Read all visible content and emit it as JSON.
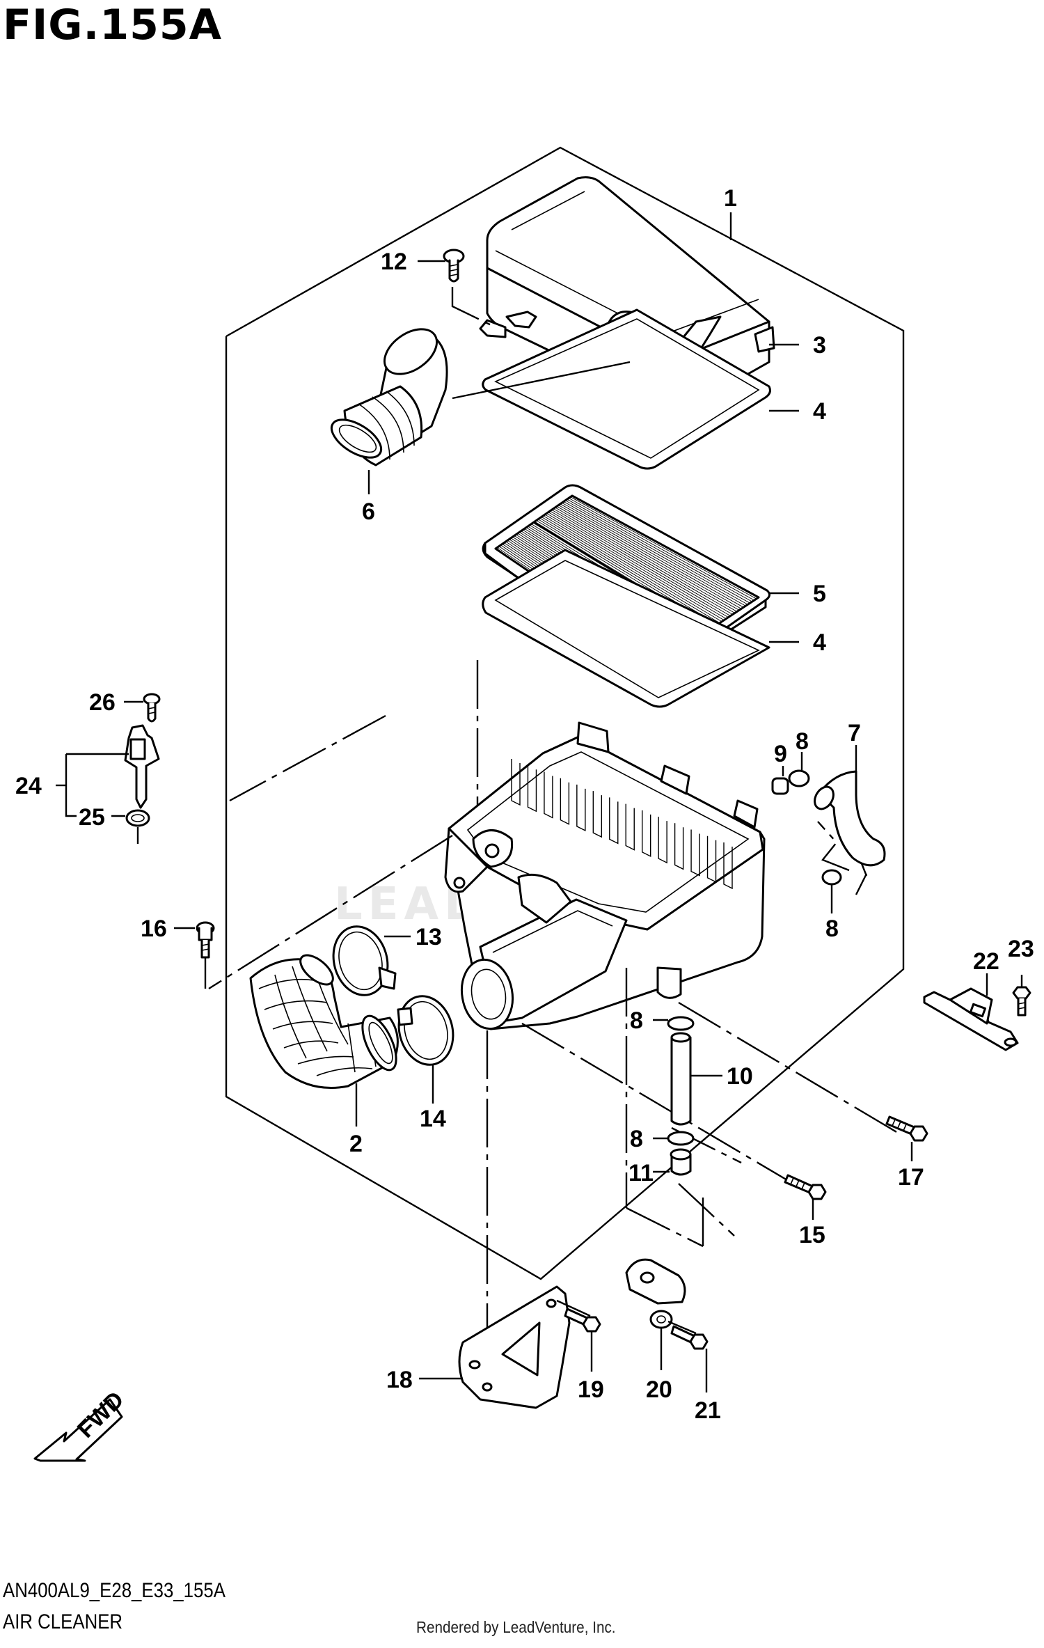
{
  "figure": {
    "title": "FIG.155A",
    "code": "AN400AL9_E28_E33_155A",
    "caption": "AIR CLEANER",
    "credit": "Rendered by LeadVenture, Inc.",
    "watermark": "LEADVENTURE"
  },
  "direction_label": "FWD",
  "callouts": [
    {
      "id": "c1",
      "label": "1"
    },
    {
      "id": "c2",
      "label": "2"
    },
    {
      "id": "c3",
      "label": "3"
    },
    {
      "id": "c4a",
      "label": "4"
    },
    {
      "id": "c4b",
      "label": "4"
    },
    {
      "id": "c5",
      "label": "5"
    },
    {
      "id": "c6",
      "label": "6"
    },
    {
      "id": "c7",
      "label": "7"
    },
    {
      "id": "c8a",
      "label": "8"
    },
    {
      "id": "c8b",
      "label": "8"
    },
    {
      "id": "c8c",
      "label": "8"
    },
    {
      "id": "c8d",
      "label": "8"
    },
    {
      "id": "c9",
      "label": "9"
    },
    {
      "id": "c10",
      "label": "10"
    },
    {
      "id": "c11",
      "label": "11"
    },
    {
      "id": "c12",
      "label": "12"
    },
    {
      "id": "c13",
      "label": "13"
    },
    {
      "id": "c14",
      "label": "14"
    },
    {
      "id": "c15",
      "label": "15"
    },
    {
      "id": "c16",
      "label": "16"
    },
    {
      "id": "c17",
      "label": "17"
    },
    {
      "id": "c18",
      "label": "18"
    },
    {
      "id": "c19",
      "label": "19"
    },
    {
      "id": "c20",
      "label": "20"
    },
    {
      "id": "c21",
      "label": "21"
    },
    {
      "id": "c22",
      "label": "22"
    },
    {
      "id": "c23",
      "label": "23"
    },
    {
      "id": "c24",
      "label": "24"
    },
    {
      "id": "c25",
      "label": "25"
    },
    {
      "id": "c26",
      "label": "26"
    }
  ]
}
